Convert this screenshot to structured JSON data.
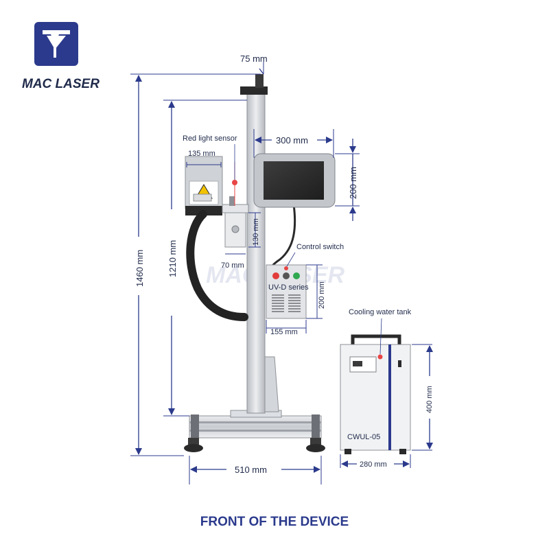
{
  "brand": {
    "name": "MAC LASER",
    "watermark": "MAC LASER"
  },
  "footer": {
    "caption": "FRONT OF THE DEVICE"
  },
  "colors": {
    "brand_blue": "#2b3a8c",
    "dimension_blue": "#2b3a8c",
    "steel": "#c9ccd1",
    "dark": "#2a2a2a",
    "indicator_red": "#e84545"
  },
  "dimensions": {
    "top_width": "75 mm",
    "total_height": "1460 mm",
    "column_height": "1210 mm",
    "screen_width": "300 mm",
    "screen_height": "200 mm",
    "laser_head_width": "135 mm",
    "bracket_height": "130 mm",
    "bracket_width": "70 mm",
    "control_box_height": "200 mm",
    "control_box_width": "155 mm",
    "base_width": "510 mm",
    "tank_height": "400 mm",
    "tank_width": "280 mm"
  },
  "labels": {
    "red_light_sensor": "Red light sensor",
    "control_switch": "Control switch",
    "control_box_series": "UV-D series",
    "cooling_water_tank": "Cooling water tank",
    "tank_model": "CWUL-05"
  }
}
